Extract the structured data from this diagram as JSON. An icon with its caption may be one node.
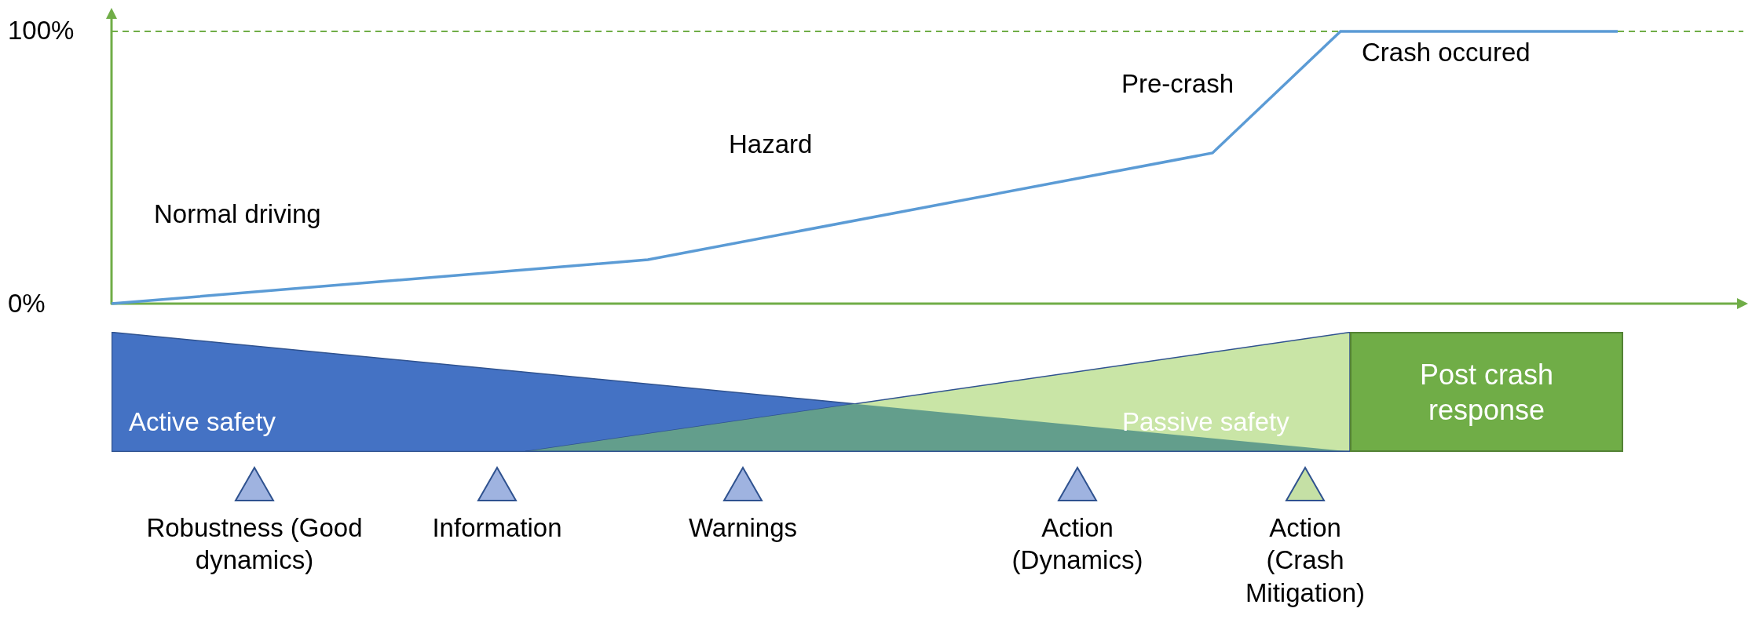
{
  "diagram": {
    "nodes": [
      {
        "text": [
          "Active safety"
        ]
      },
      {
        "text": [
          "Passive safety"
        ]
      },
      {
        "text": [
          "Post crash response"
        ]
      },
      {
        "text": [
          "Robustness (Good dynamics)"
        ]
      },
      {
        "text": [
          "Information"
        ]
      },
      {
        "text": [
          "Warnings"
        ]
      },
      {
        "text": [
          "Action (Dynamics)"
        ]
      },
      {
        "text": [
          "Action (Crash Mitigation)"
        ]
      }
    ],
    "labels": [
      "100%",
      "0%",
      "Normal driving",
      "Hazard",
      "Pre-crash",
      "Crash occured"
    ]
  }
}
